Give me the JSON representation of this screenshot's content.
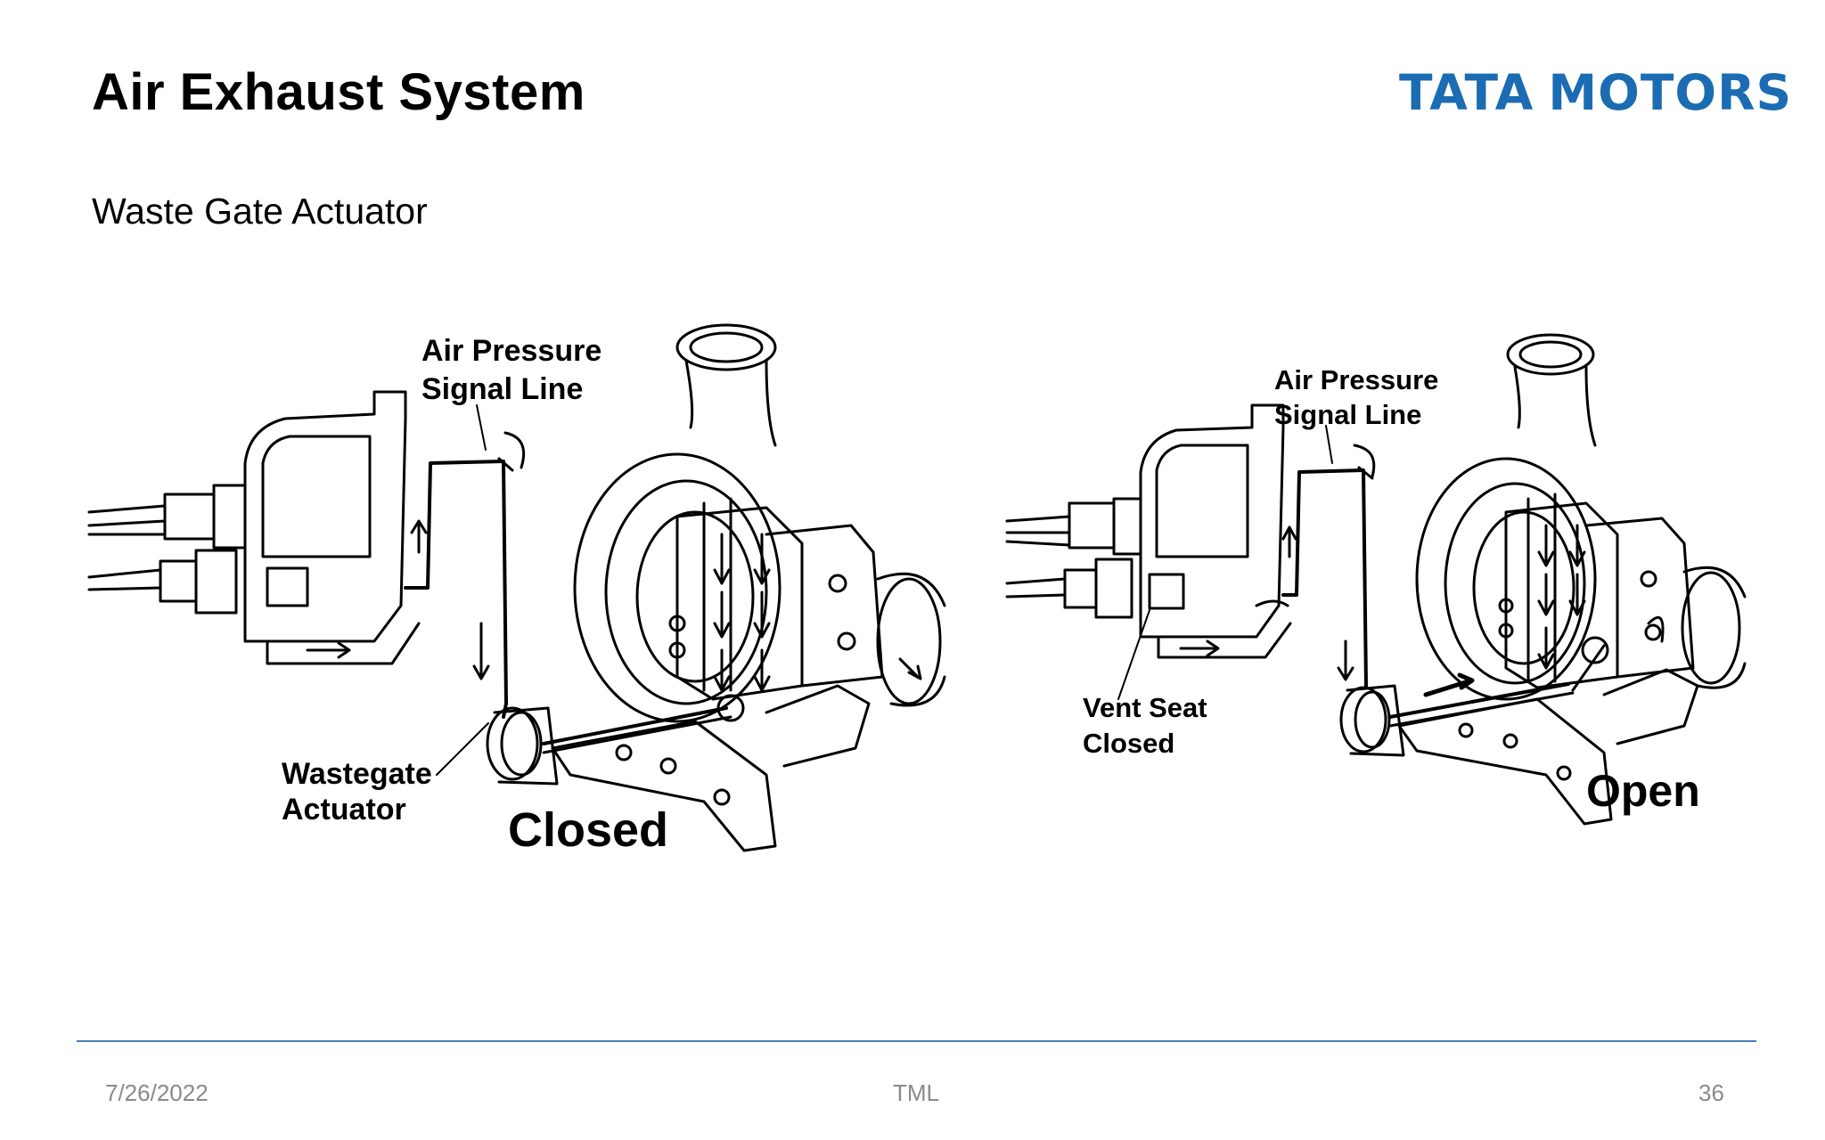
{
  "slide": {
    "title": "Air Exhaust System",
    "subtitle": "Waste Gate Actuator"
  },
  "logo": {
    "word1": "TATA",
    "word2": "MOTORS",
    "color": "#1b6cb3"
  },
  "diagram_left": {
    "label_signal_line_1": "Air Pressure",
    "label_signal_line_2": "Signal Line",
    "label_actuator_1": "Wastegate",
    "label_actuator_2": "Actuator",
    "state": "Closed"
  },
  "diagram_right": {
    "label_signal_line_1": "Air Pressure",
    "label_signal_line_2": "Signal Line",
    "label_vent_1": "Vent Seat",
    "label_vent_2": "Closed",
    "state": "Open"
  },
  "footer": {
    "date": "7/26/2022",
    "center": "TML",
    "page": "36"
  }
}
